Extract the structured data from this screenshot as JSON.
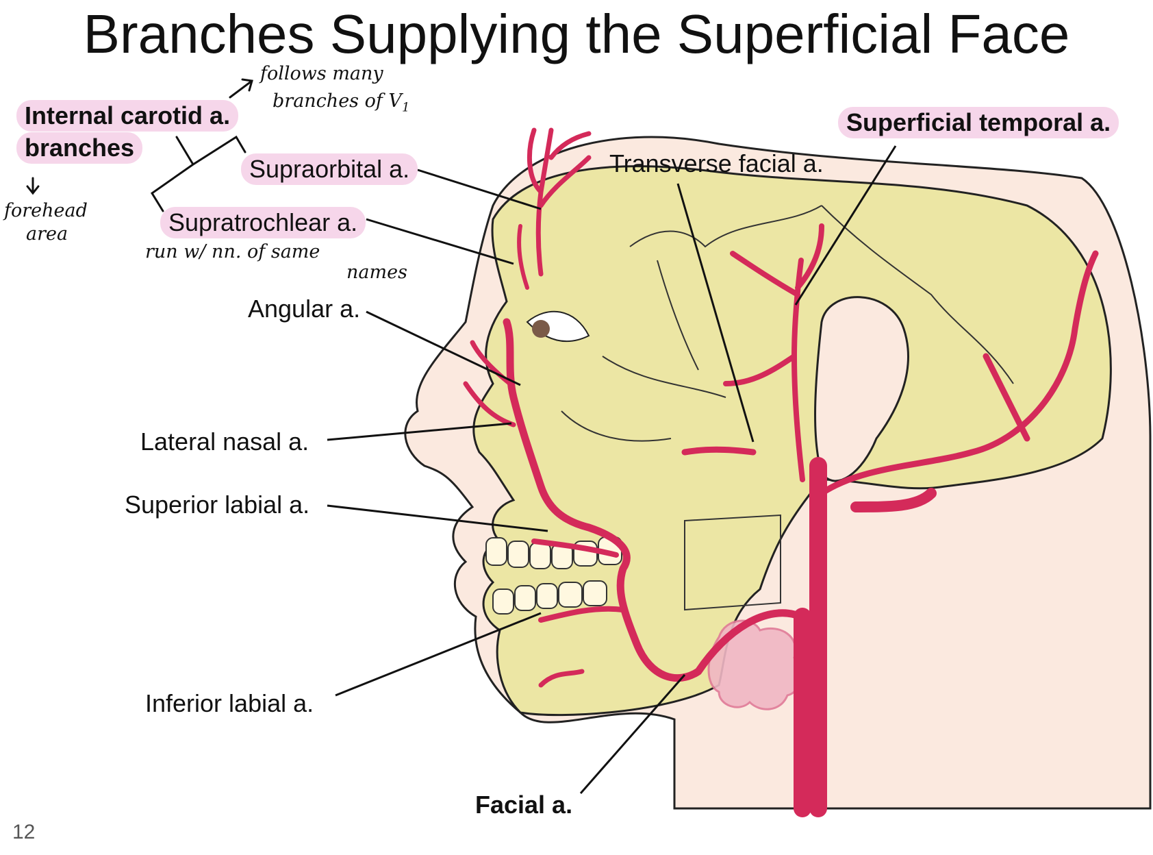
{
  "title": "Branches Supplying the Superficial Face",
  "labels": {
    "internal_carotid_line1": "Internal carotid a.",
    "internal_carotid_line2": "branches",
    "supraorbital": "Supraorbital a.",
    "supratrochlear": "Supratrochlear a.",
    "angular": "Angular a.",
    "lateral_nasal": "Lateral nasal a.",
    "superior_labial": "Superior labial a.",
    "inferior_labial": "Inferior labial a.",
    "facial": "Facial a.",
    "transverse_facial": "Transverse facial a.",
    "superficial_temporal": "Superficial temporal a."
  },
  "handwritten": {
    "follows_line1": "follows many",
    "follows_line2": "branches of V",
    "follows_sub": "1",
    "forehead_line1": "forehead",
    "forehead_line2": "area",
    "run_with_line1": "run w/ nn. of same",
    "run_with_line2": "names"
  },
  "page_number": "12",
  "colors": {
    "artery": "#d42a5a",
    "bone": "#ece6a4",
    "skin": "#fbe9df",
    "highlight": "#f6d6ea",
    "gland": "#f0b7c4"
  }
}
